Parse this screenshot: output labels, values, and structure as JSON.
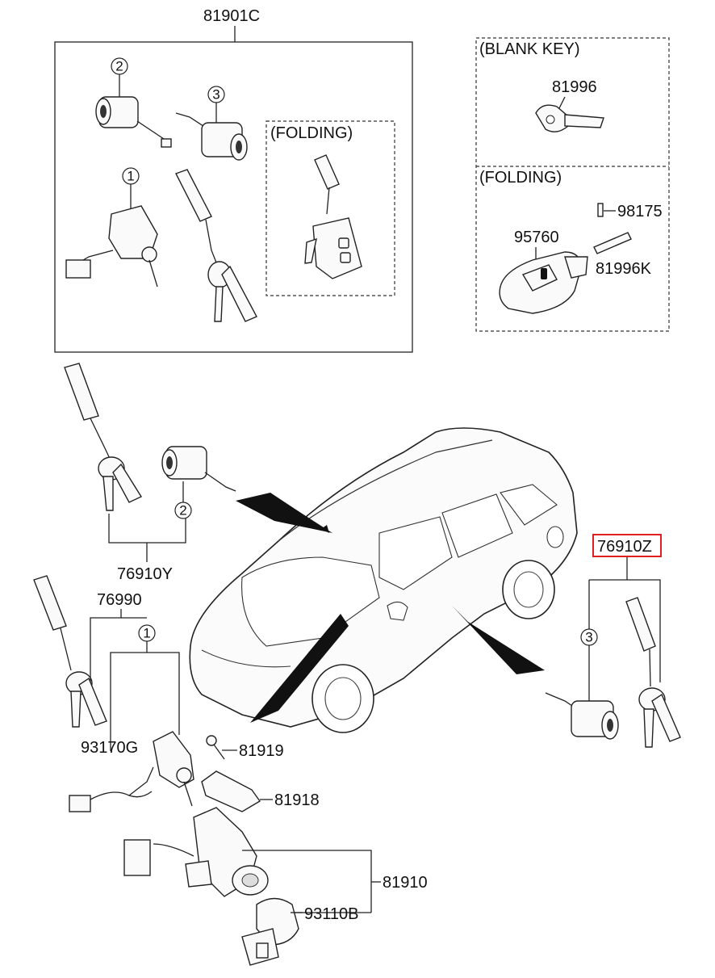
{
  "diagram": {
    "labels": {
      "kit_top": "81901C",
      "blank_key_title": "(BLANK KEY)",
      "blank_key_part": "81996",
      "folding_title_right": "(FOLDING)",
      "folding_title_inner": "(FOLDING)",
      "remote_part": "95760",
      "pin_part": "98175",
      "blade_part": "81996K",
      "left_door_kit": "76910Y",
      "key_set": "76990",
      "harness": "93170G",
      "bolt": "81919",
      "bracket": "81918",
      "ignition_body": "81910",
      "immobilizer_coil": "93110B",
      "right_door_kit": "76910Z"
    },
    "callouts": {
      "ignition_top": "1",
      "door_lock_top": "2",
      "tailgate_top": "3",
      "door_lock_left": "2",
      "ignition_bottom": "1",
      "tailgate_right": "3"
    },
    "highlight_color": "#e02020"
  }
}
